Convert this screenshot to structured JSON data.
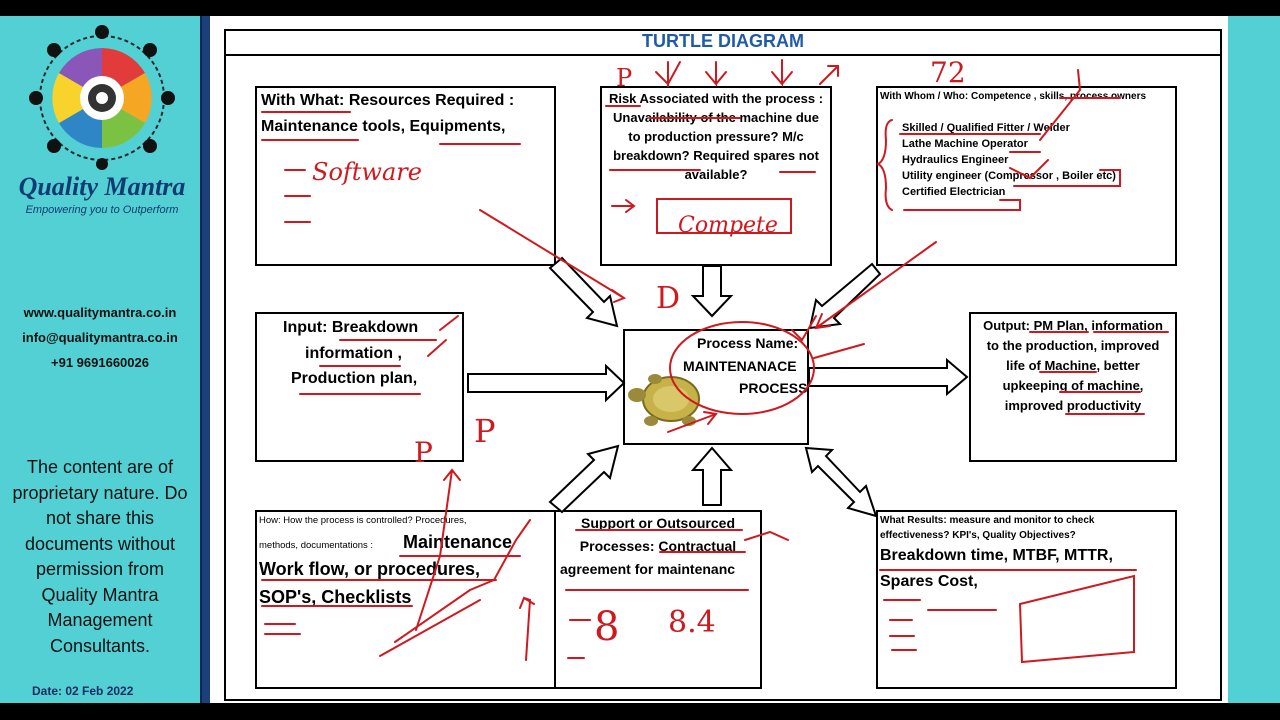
{
  "sidebar": {
    "brand": "Quality Mantra",
    "tagline": "Empowering you to Outperform",
    "website": "www.qualitymantra.co.in",
    "email": "info@qualitymantra.co.in",
    "phone": "+91 9691660026",
    "disclaimer": "The content are of proprietary nature. Do not share this documents without permission from Quality Mantra Management Consultants.",
    "date": "Date: 02 Feb 2022"
  },
  "diagram": {
    "title": "TURTLE DIAGRAM",
    "with_what": {
      "l1": "With What: Resources Required :",
      "l2": "Maintenance tools, Equipments,"
    },
    "risk": {
      "l1": "Risk Associated with the process :",
      "l2": "Unavailability of the machine due",
      "l3": "to production pressure? M/c",
      "l4": "breakdown? Required spares not",
      "l5": "available?"
    },
    "with_whom": {
      "heading": "With Whom / Who: Competence , skills, process owners",
      "items": [
        "Skilled / Qualified Fitter / Welder",
        "Lathe Machine Operator",
        "Hydraulics Engineer",
        "Utility engineer (Compressor , Boiler etc)",
        "Certified Electrician"
      ]
    },
    "input": {
      "l1": "Input:  Breakdown",
      "l2": "information ,",
      "l3": "Production plan,"
    },
    "process": {
      "l1": "Process Name:",
      "l2": "MAINTENANACE",
      "l3": "PROCESS"
    },
    "output": {
      "l1": "Output:  PM Plan, information",
      "l2": "to the production, improved",
      "l3": "life of Machine, better",
      "l4": "upkeeping of machine,",
      "l5": "improved productivity"
    },
    "how": {
      "l1": "How: How the process is controlled? Procedures,",
      "l2a": "methods, documentations :",
      "l2b": "Maintenance",
      "l3": "Work flow, or procedures,",
      "l4": "SOP's, Checklists"
    },
    "support": {
      "l1": "Support or Outsourced",
      "l2": "Processes:  Contractual",
      "l3": "agreement for maintenanc"
    },
    "results": {
      "l1": "What Results:  measure and monitor to check",
      "l2": "effectiveness? KPI's, Quality Objectives?",
      "l3": "Breakdown time, MTBF, MTTR,",
      "l4": "Spares Cost,"
    }
  },
  "annotations": {
    "software": "Software",
    "compete": "Compete",
    "p1": "P",
    "p2": "P",
    "p3": "P",
    "d": "D",
    "n72": "72",
    "eight": "8",
    "eight4": "8.4"
  },
  "colors": {
    "sidebar": "#52d0d3",
    "title": "#1f5ba8",
    "ink": "#d0191f",
    "brand": "#123b73"
  }
}
